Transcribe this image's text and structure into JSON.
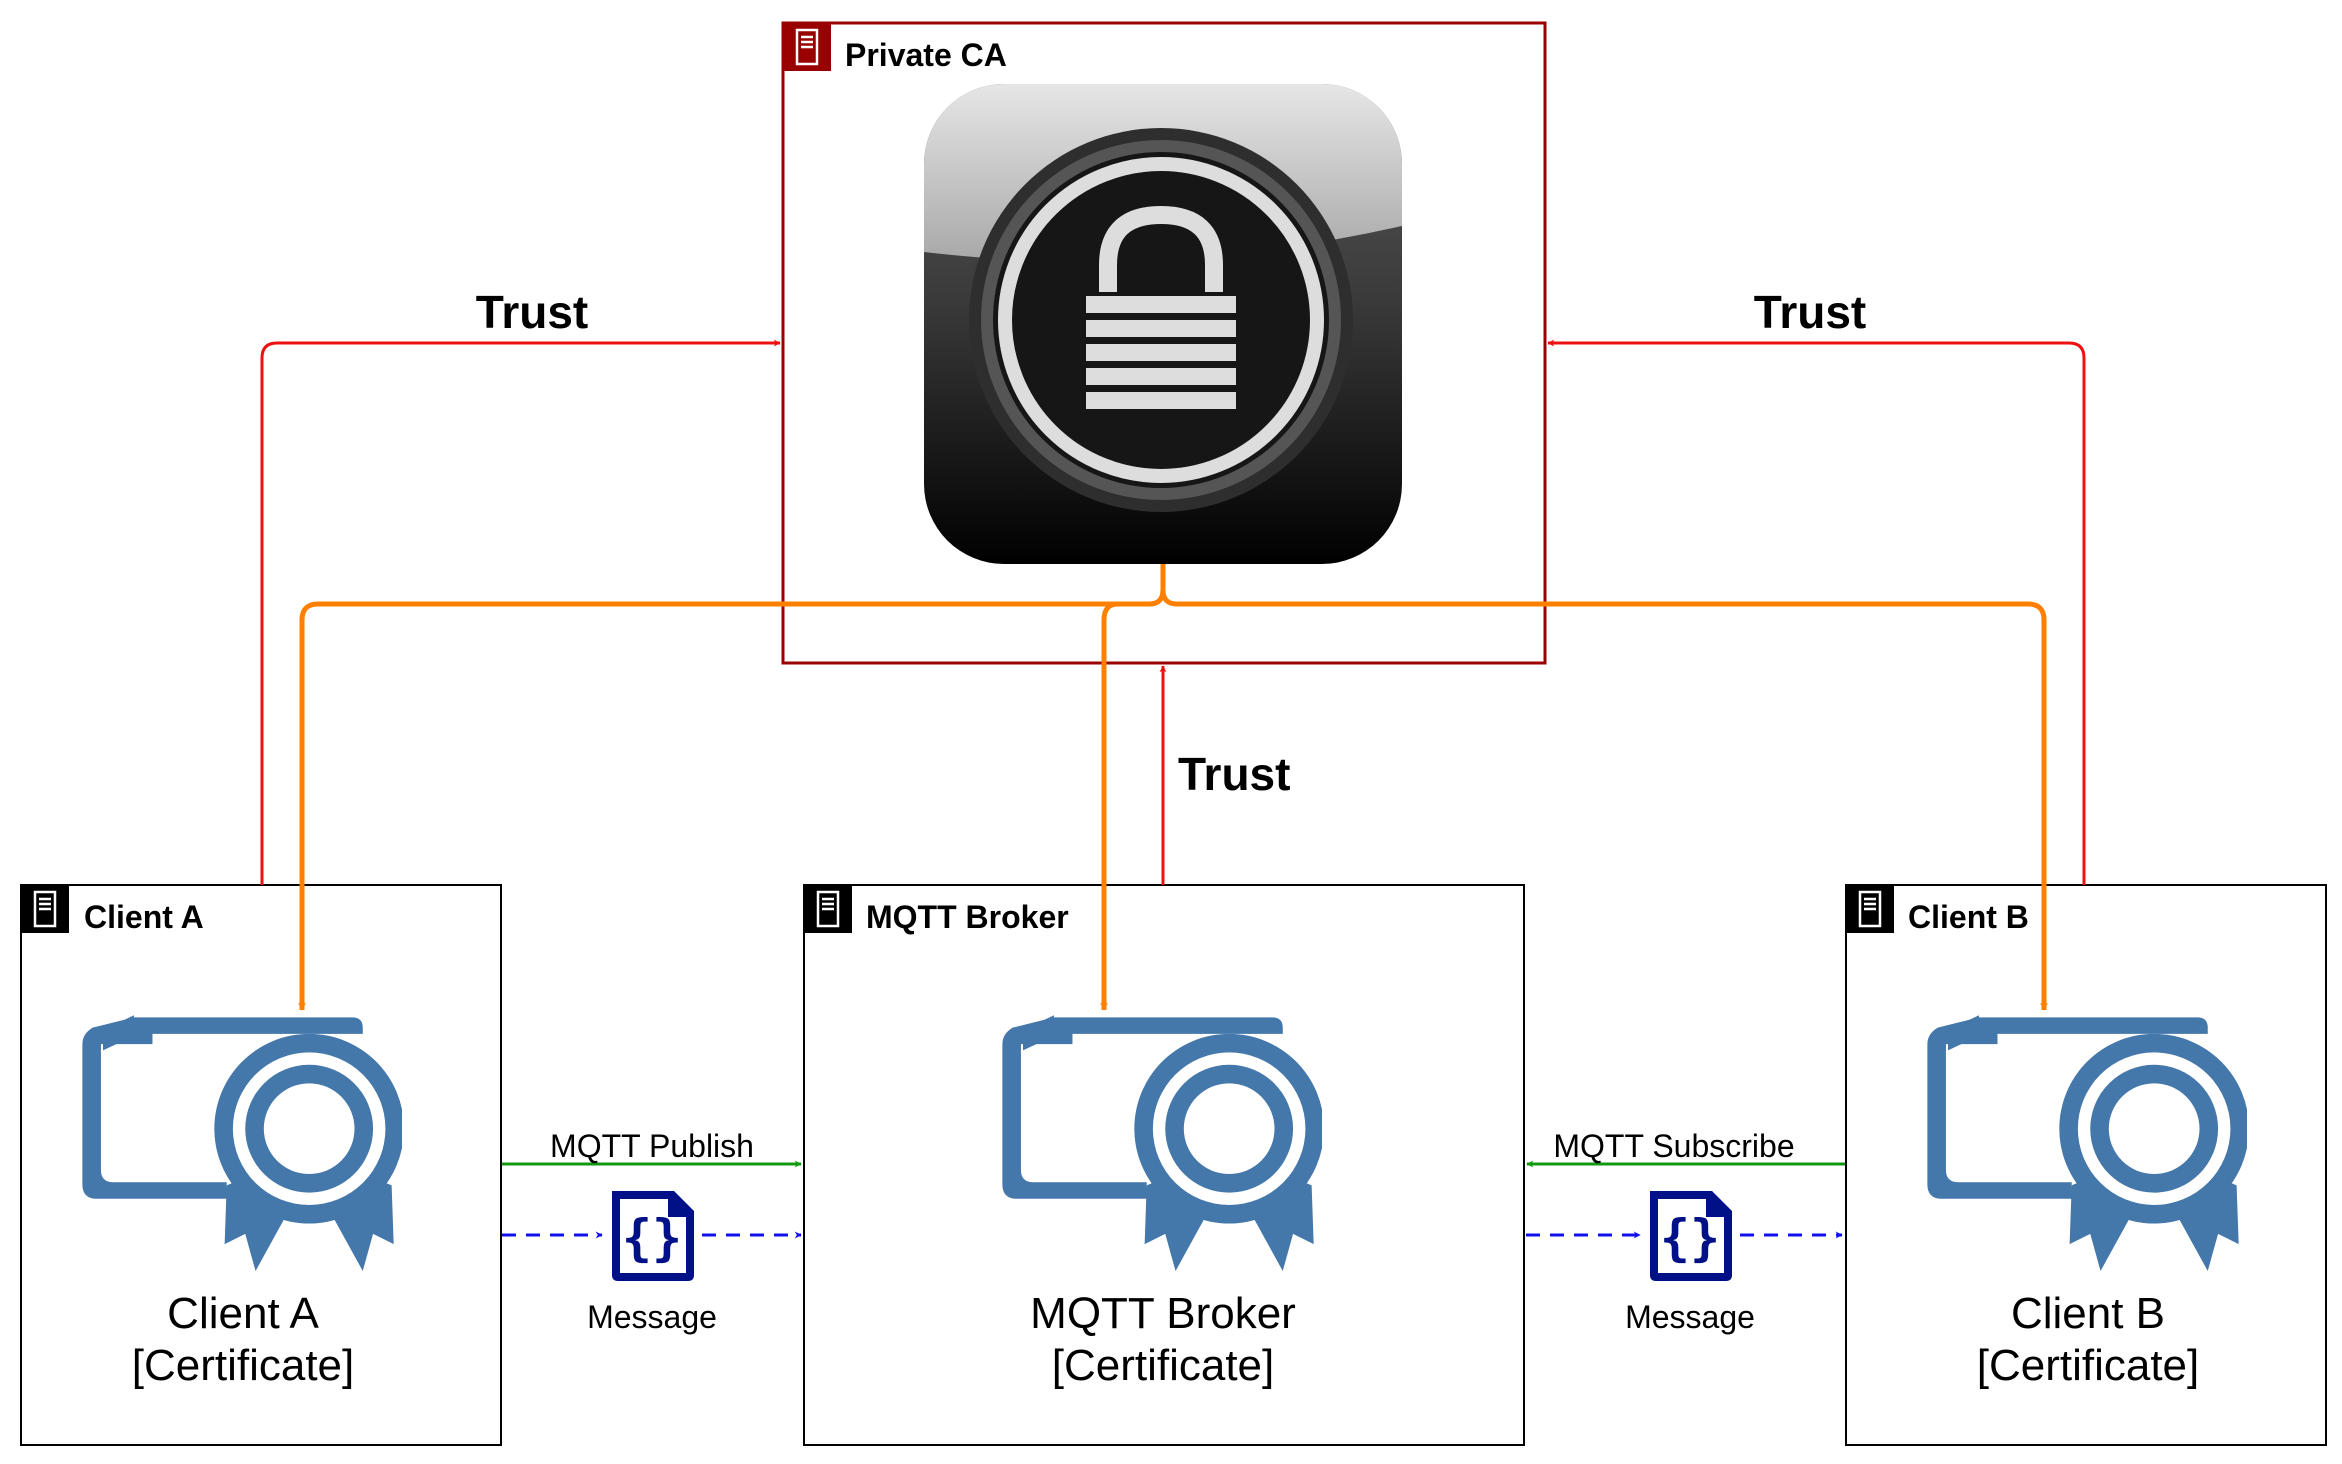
{
  "ca": {
    "title": "Private CA"
  },
  "client_a": {
    "title": "Client A",
    "cert_name": "Client A",
    "cert_sub": "[Certificate]"
  },
  "broker": {
    "title": "MQTT Broker",
    "cert_name": "MQTT Broker",
    "cert_sub": "[Certificate]"
  },
  "client_b": {
    "title": "Client B",
    "cert_name": "Client B",
    "cert_sub": "[Certificate]"
  },
  "edges": {
    "trust_left": "Trust",
    "trust_right": "Trust",
    "trust_center": "Trust",
    "publish": "MQTT Publish",
    "subscribe": "MQTT Subscribe",
    "message_left": "Message",
    "message_right": "Message"
  },
  "colors": {
    "trust": "#ee1111",
    "issue": "#ff8000",
    "mqtt": "#119911",
    "message": "#1111ee",
    "ca_border": "#990000",
    "cert": "#4477aa",
    "msg_icon": "#001188"
  },
  "icons": {
    "server": "server-icon",
    "lock": "lock-icon",
    "certificate": "certificate-icon",
    "json": "json-file-icon"
  }
}
